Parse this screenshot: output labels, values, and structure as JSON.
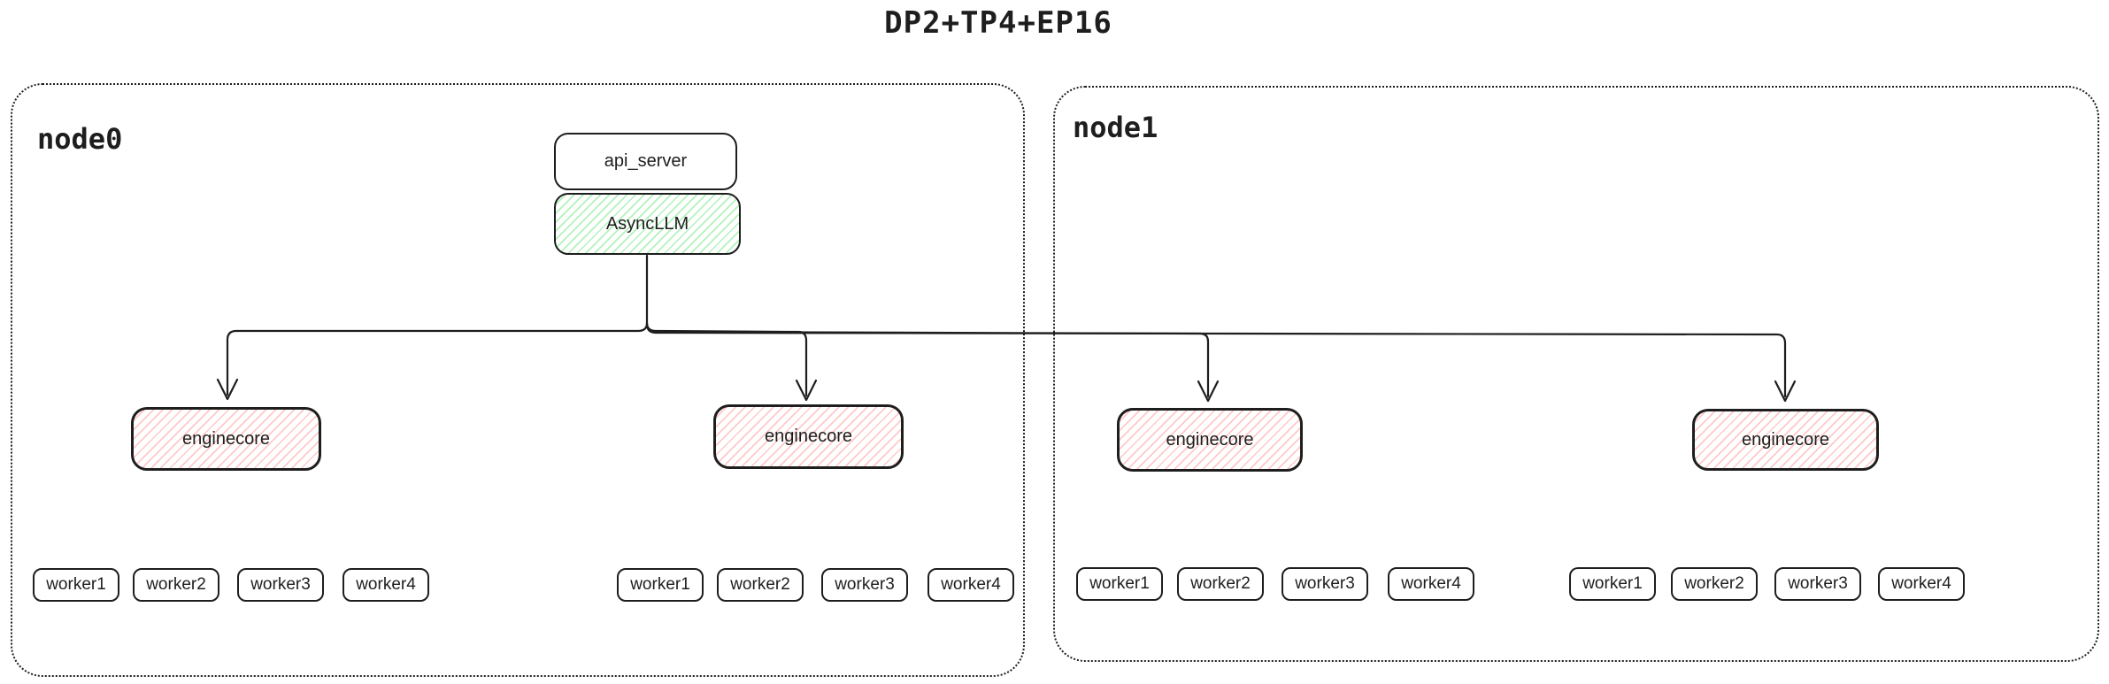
{
  "title": "DP2+TP4+EP16",
  "colors": {
    "stroke": "#1e1e1e",
    "green_hatch": "#b2f2bb",
    "red_hatch": "#ffc9c9",
    "background": "#ffffff"
  },
  "node0": {
    "label": "node0",
    "api_server_label": "api_server",
    "async_llm_label": "AsyncLLM",
    "enginecore_labels": [
      "enginecore",
      "enginecore"
    ],
    "worker_groups": [
      [
        "worker1",
        "worker2",
        "worker3",
        "worker4"
      ],
      [
        "worker1",
        "worker2",
        "worker3",
        "worker4"
      ]
    ]
  },
  "node1": {
    "label": "node1",
    "enginecore_labels": [
      "enginecore",
      "enginecore"
    ],
    "worker_groups": [
      [
        "worker1",
        "worker2",
        "worker3",
        "worker4"
      ],
      [
        "worker1",
        "worker2",
        "worker3",
        "worker4"
      ]
    ]
  }
}
